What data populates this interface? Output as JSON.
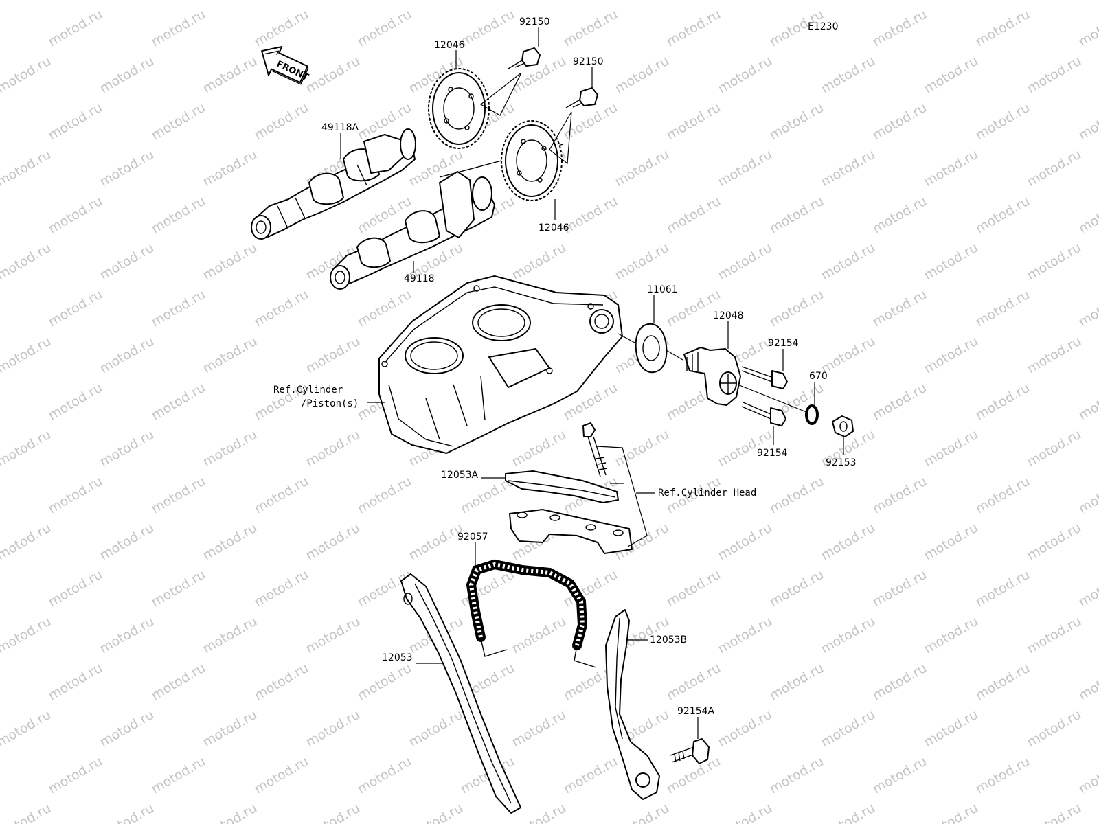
{
  "diagram_code": "E1230",
  "front_label": "FRONT",
  "watermark_text": "motod.ru",
  "colors": {
    "line": "#000000",
    "watermark": "#c4c4c4",
    "background": "#ffffff"
  },
  "parts": {
    "p92150_a": "92150",
    "p92150_b": "92150",
    "p12046_a": "12046",
    "p12046_b": "12046",
    "p49118A": "49118A",
    "p49118": "49118",
    "p11061": "11061",
    "p12048": "12048",
    "p92154_a": "92154",
    "p92154_b": "92154",
    "p670": "670",
    "p92153": "92153",
    "p12053A": "12053A",
    "p92057": "92057",
    "p12053": "12053",
    "p12053B": "12053B",
    "p92154A": "92154A"
  },
  "references": {
    "cylinder_line1": "Ref.Cylinder",
    "cylinder_line2": "/Piston(s)",
    "cylinder_head": "Ref.Cylinder Head"
  }
}
